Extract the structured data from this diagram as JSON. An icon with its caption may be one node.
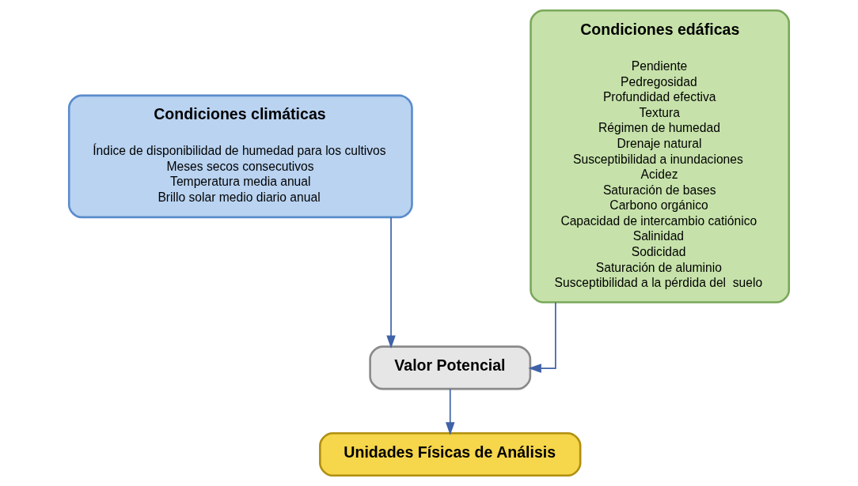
{
  "diagram": {
    "nodes": [
      {
        "text": [
          "Condiciones climáticas",
          "Índice de disponibilidad de humedad para los cultivos",
          "Meses secos consecutivos",
          "Temperatura media anual",
          "Brillo solar medio diario anual"
        ]
      },
      {
        "text": [
          "Condiciones edáficas",
          "Pendiente",
          "Pedregosidad",
          "Profundidad efectiva",
          "Textura",
          "Régimen de humedad",
          "Drenaje natural",
          "Susceptibilidad a inundaciones",
          "Acidez",
          "Saturación de bases",
          "Carbono orgánico",
          "Capacidad de intercambio catiónico",
          "Salinidad",
          "Sodicidad",
          "Saturación de aluminio",
          "Susceptibilidad a la pérdida del  suelo"
        ]
      },
      {
        "text": [
          "Valor Potencial"
        ]
      },
      {
        "text": [
          "Unidades Físicas de Análisis"
        ]
      }
    ],
    "edges": [
      {
        "from": 0,
        "to": 2,
        "arrow": "to"
      },
      {
        "from": 1,
        "to": 2,
        "arrow": "to"
      },
      {
        "from": 2,
        "to": 3,
        "arrow": "to"
      }
    ]
  }
}
